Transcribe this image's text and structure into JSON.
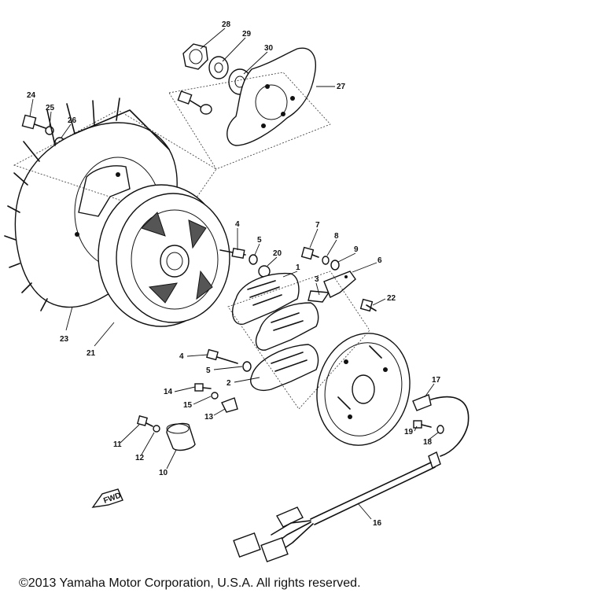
{
  "copyright": "©2013 Yamaha Motor Corporation, U.S.A. All rights reserved.",
  "fwd_arrow_label": "FWD",
  "part_labels": {
    "p1": "1",
    "p2": "2",
    "p3": "3",
    "p4a": "4",
    "p4b": "4",
    "p5a": "5",
    "p5b": "5",
    "p6": "6",
    "p7": "7",
    "p8": "8",
    "p9": "9",
    "p10": "10",
    "p11": "11",
    "p12": "12",
    "p13": "13",
    "p14": "14",
    "p15": "15",
    "p16": "16",
    "p17": "17",
    "p18": "18",
    "p19": "19",
    "p20": "20",
    "p21": "21",
    "p22": "22",
    "p23": "23",
    "p24": "24",
    "p25": "25",
    "p26": "26",
    "p27": "27",
    "p28": "28",
    "p29": "29",
    "p30": "30"
  }
}
